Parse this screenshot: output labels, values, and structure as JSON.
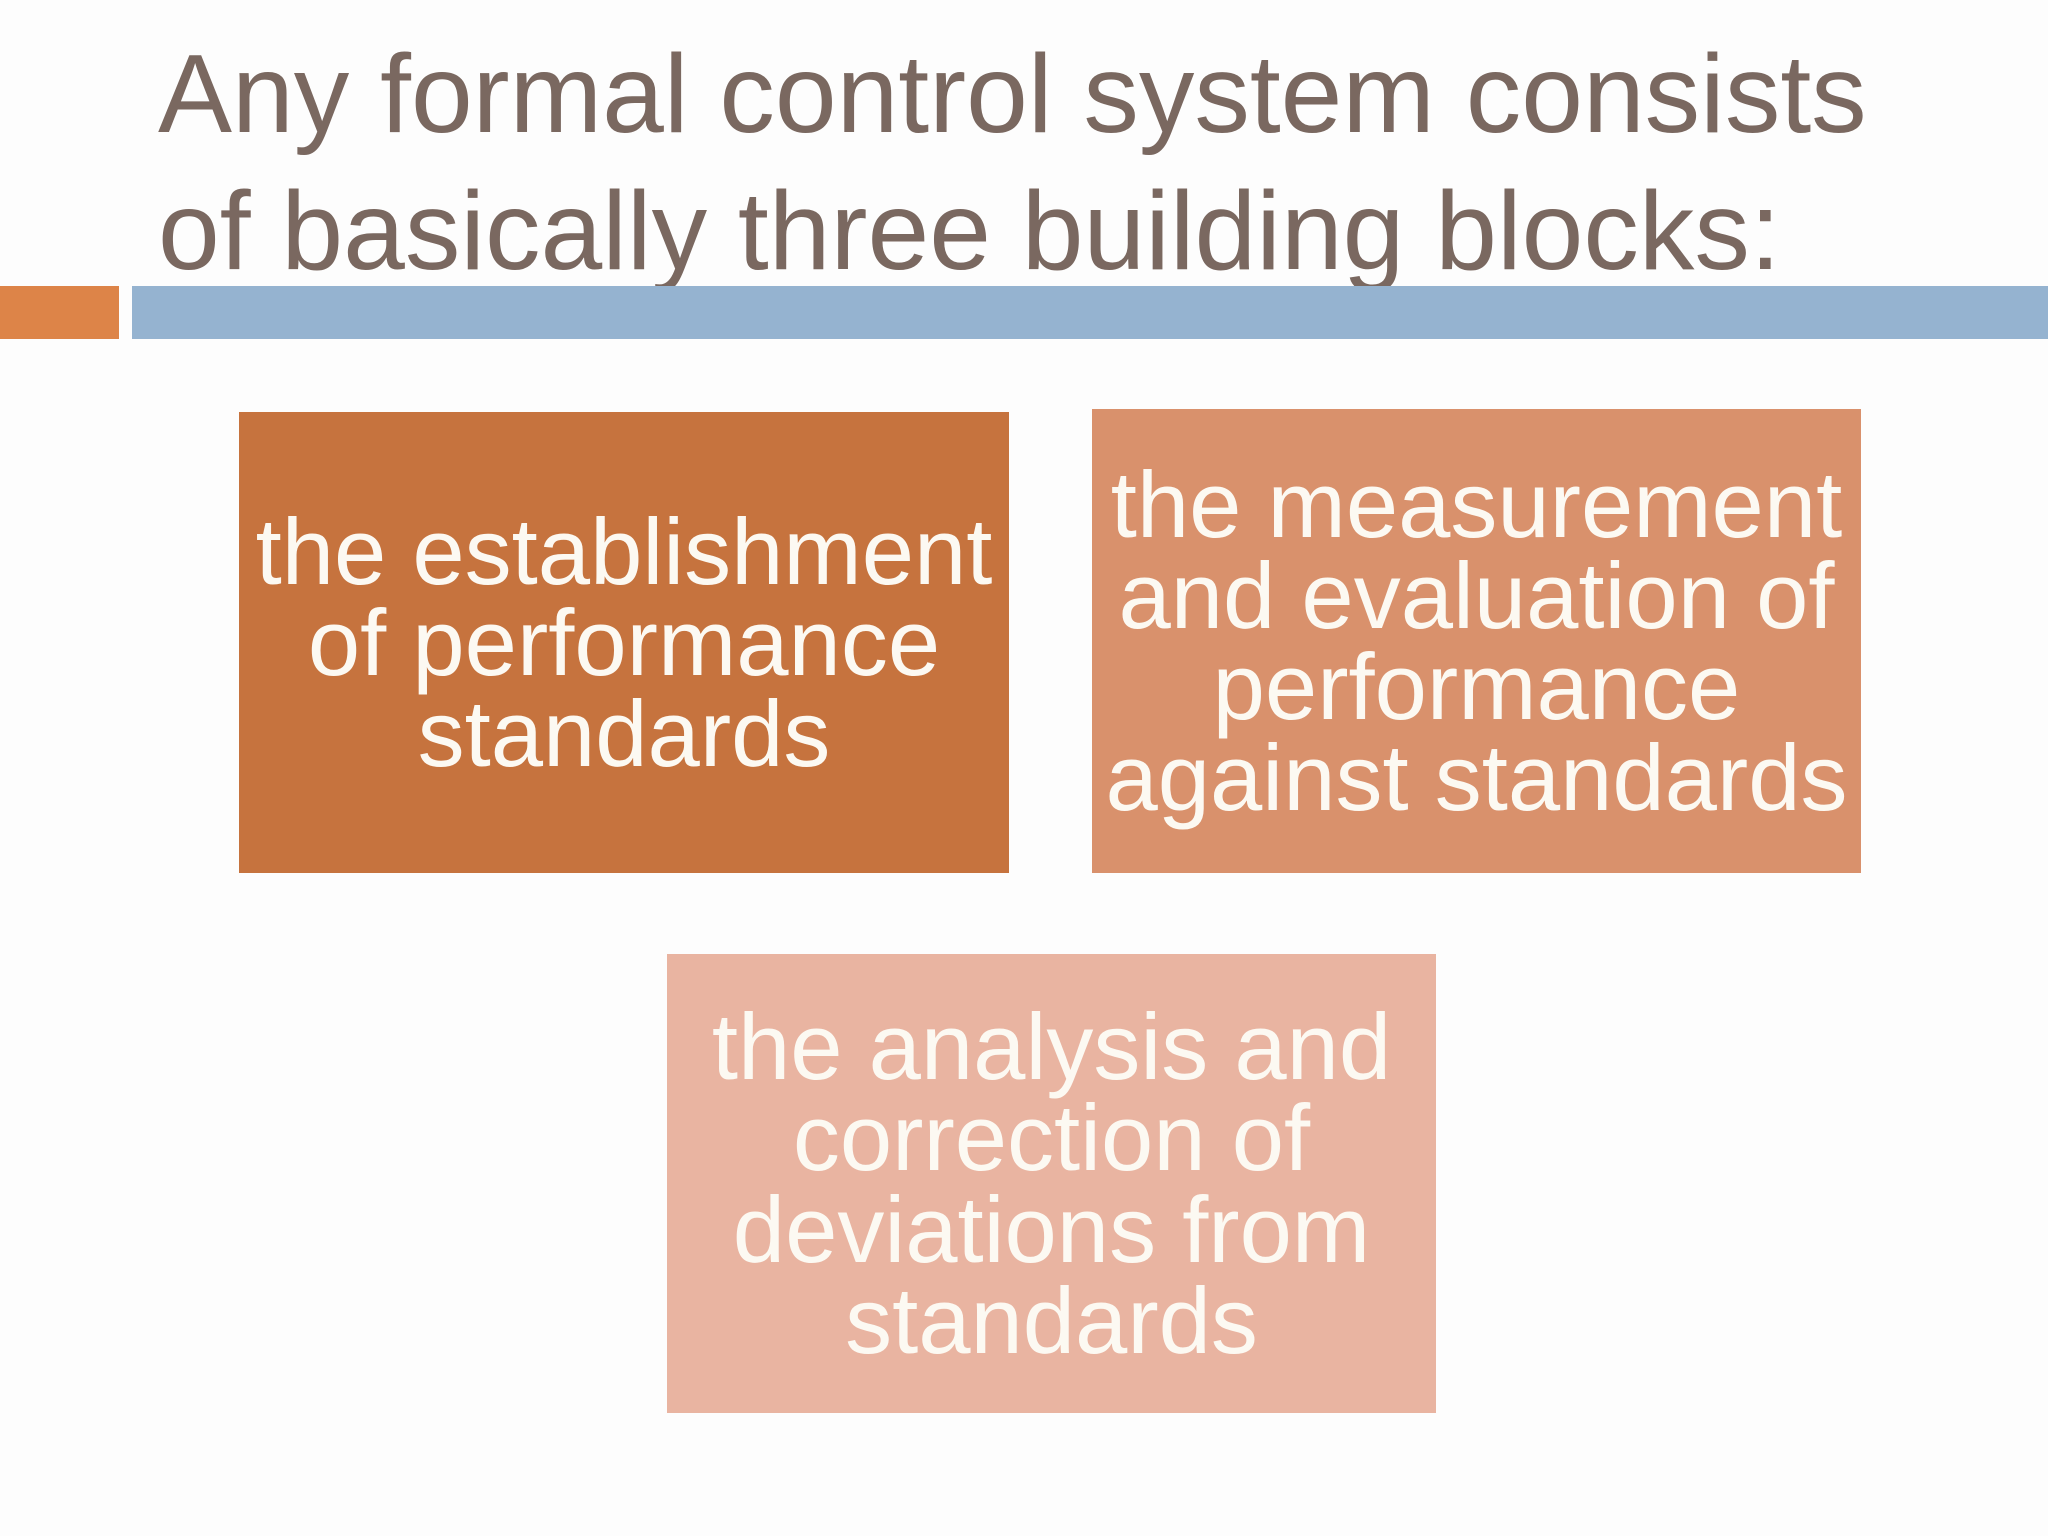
{
  "slide": {
    "title_lines": [
      "Any formal control system consists",
      "of basically three building blocks:"
    ],
    "boxes": [
      {
        "lines": [
          "the establishment",
          "of performance",
          "standards"
        ]
      },
      {
        "lines": [
          "the measurement",
          "and evaluation of",
          "performance",
          "against standards"
        ]
      },
      {
        "lines": [
          "the analysis and",
          "correction of",
          "deviations from",
          "standards"
        ]
      }
    ],
    "colors": {
      "title_text": "#7a6860",
      "orange_square": "#dd8448",
      "blue_bar": "#95b3d0",
      "box1_bg": "#c6733e",
      "box2_bg": "#d9916c",
      "box3_bg": "#e9b4a1",
      "box_text": "#fcf9f2",
      "background": "#fdfdfd"
    }
  }
}
